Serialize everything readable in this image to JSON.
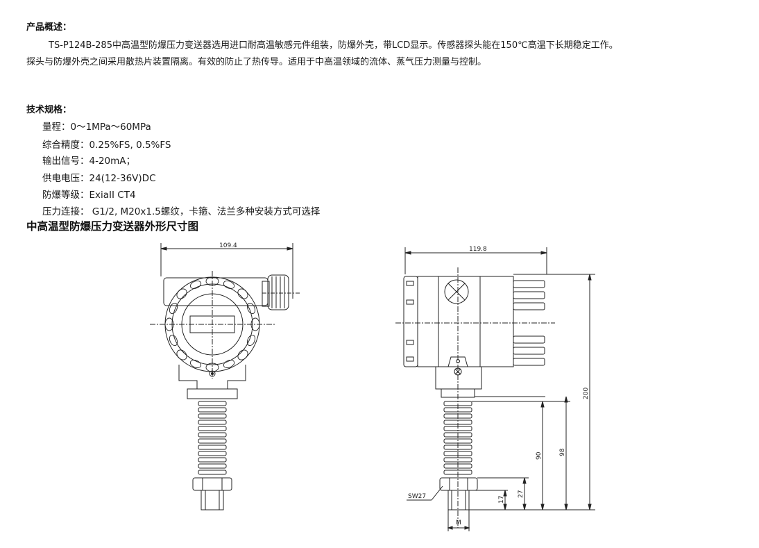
{
  "overview": {
    "heading": "产品概述：",
    "line1": "TS-P124B-285中高温型防爆压力变送器选用进口耐高温敏感元件组装，防爆外壳，带LCD显示。传感器探头能在150℃高温下长期稳定工作。",
    "line2": "探头与防爆外壳之间采用散热片装置隔离。有效的防止了热传导。适用于中高温领域的流体、蒸气压力测量与控制。"
  },
  "specs": {
    "heading": "技术规格：",
    "items": [
      "量程：0～1MPa～60MPa",
      "综合精度：0.25%FS, 0.5%FS",
      "输出信号：4-20mA；",
      "供电电压：24(12-36V)DC",
      "防爆等级：ExiaII CT4",
      "压力连接： G1/2, M20x1.5螺纹，卡箍、法兰多种安装方式可选择"
    ]
  },
  "drawing": {
    "title": "中高温型防爆压力变送器外形尺寸图",
    "front_width": "109.4",
    "side_width": "119.8",
    "dim_200": "200",
    "dim_98": "98",
    "dim_90": "90",
    "dim_27": "27",
    "dim_17": "17",
    "wrench_size": "SW27",
    "thread_label": "M"
  }
}
